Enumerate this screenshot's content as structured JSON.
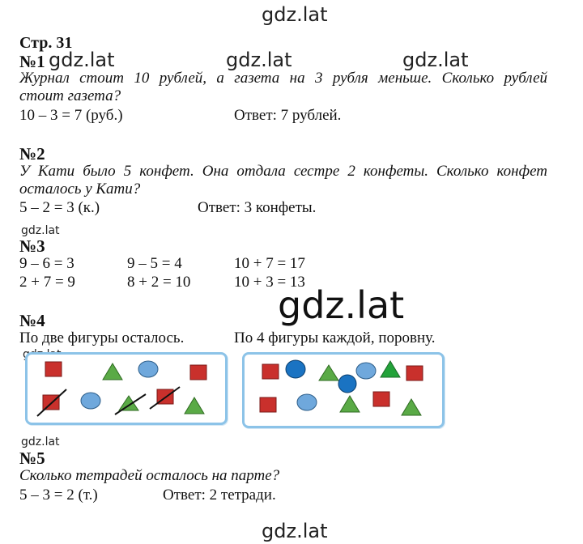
{
  "watermarks": {
    "top": "gdz.lat",
    "row1_a": "gdz.lat",
    "row1_b": "gdz.lat",
    "row1_c": "gdz.lat",
    "small3": "gdz.lat",
    "big": "gdz.lat",
    "small4": "gdz.lat",
    "small5": "gdz.lat",
    "bottom": "gdz.lat"
  },
  "page": "Стр. 31",
  "task1": {
    "number": "№1",
    "text_line1": "Журнал стоит 10 рублей, а газета на 3 рубля меньше. Сколько рублей",
    "text_line2": "стоит газета?",
    "solution": "10 – 3 = 7 (руб.)",
    "answer": "Ответ: 7 рублей."
  },
  "task2": {
    "number": "№2",
    "text_line1": "У Кати было 5 конфет. Она отдала сестре 2 конфеты. Сколько конфет",
    "text_line2": "осталось у Кати?",
    "solution": "5 – 2 = 3 (к.)",
    "answer": "Ответ: 3 конфеты."
  },
  "task3": {
    "number": "№3",
    "rows": [
      [
        "9 – 6 = 3",
        "9 – 5 = 4",
        "10 + 7 = 17"
      ],
      [
        "2 + 7 = 9",
        "8 + 2 = 10",
        "10 + 3 = 13"
      ]
    ]
  },
  "task4": {
    "number": "№4",
    "left_caption": "По две фигуры осталось.",
    "right_caption": "По 4 фигуры каждой, поровну."
  },
  "task5": {
    "number": "№5",
    "question": "Сколько тетрадей осталось на парте?",
    "solution": "5 – 3 = 2 (т.)",
    "answer": "Ответ: 2 тетради."
  },
  "colors": {
    "square": "#c9302c",
    "triangle": "#5aaa46",
    "circle_light": "#6fa8dc",
    "circle_dark": "#1a73c2",
    "panel_border": "#8cc3e8"
  }
}
